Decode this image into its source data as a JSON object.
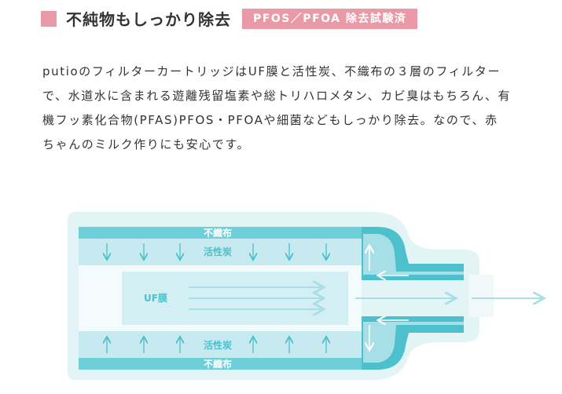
{
  "heading": {
    "title": "不純物もしっかり除去",
    "badge": "PFOS／PFOA 除去試験済"
  },
  "body": {
    "lines": [
      "putioのフィルターカートリッジはUF膜と活性炭、不織布の３層のフィルター",
      "で、水道水に含まれる遊離残留塩素や総トリハロメタン、カビ臭はもちろん、有",
      "機フッ素化合物(PFAS)PFOS・PFOAや細菌などもしっかり除去。なので、赤",
      "ちゃんのミルク作りにも安心です。"
    ]
  },
  "diagram": {
    "labels": {
      "top_nonwoven": "不織布",
      "top_carbon": "活性炭",
      "uf_membrane": "UF膜",
      "bottom_carbon": "活性炭",
      "bottom_nonwoven": "不織布"
    },
    "colors": {
      "accent_pink": "#e99aa6",
      "outer_shell": "#e3f4f7",
      "teal": "#4cc0cd",
      "light_band": "#a6dfe6",
      "flow_arrow": "#a6dfe6"
    }
  }
}
